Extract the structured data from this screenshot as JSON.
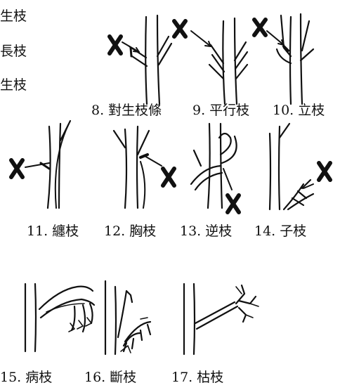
{
  "top_left_partial": [
    "生枝",
    "長枝",
    "生枝"
  ],
  "marker": "X",
  "colors": {
    "ink": "#111111",
    "background": "#ffffff"
  },
  "figures": [
    {
      "id": 8,
      "label": "8. 對生枝條"
    },
    {
      "id": 9,
      "label": "9. 平行枝"
    },
    {
      "id": 10,
      "label": "10. 立枝"
    },
    {
      "id": 11,
      "label": "11. 纏枝"
    },
    {
      "id": 12,
      "label": "12. 胸枝"
    },
    {
      "id": 13,
      "label": "13. 逆枝"
    },
    {
      "id": 14,
      "label": "14. 子枝"
    },
    {
      "id": 15,
      "label": "15. 病枝"
    },
    {
      "id": 16,
      "label": "16. 斷枝"
    },
    {
      "id": 17,
      "label": "17. 枯枝"
    }
  ]
}
